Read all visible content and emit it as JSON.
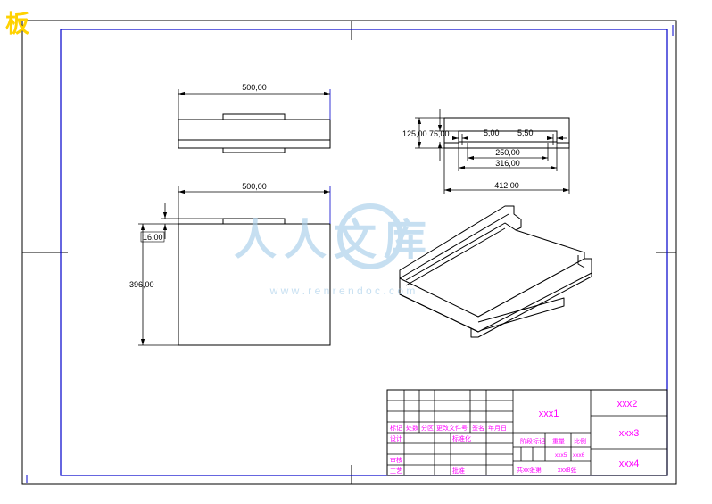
{
  "corner_tag": "板",
  "dimensions": {
    "top_view_length": "500,00",
    "front_view_length": "500,00",
    "front_view_height": "396,00",
    "front_view_offset": "16,00",
    "section_height": "125,00",
    "section_depth": "75,00",
    "section_gap_left": "5,00",
    "section_gap_right": "5,50",
    "section_inner": "250,00",
    "section_middle": "316,00",
    "section_outer": "412,00"
  },
  "watermark": {
    "brand": "人人文库",
    "url": "w w w . r e n r e n d o c . c o m"
  },
  "title_block": {
    "header_labels": [
      "标记",
      "处数",
      "分区",
      "更改文件号",
      "签名",
      "年月日"
    ],
    "design_label": "设计",
    "standardization_label": "标准化",
    "review_label": "审核",
    "process_label": "工艺",
    "approve_label": "批准",
    "stage_mark_label": "阶段标记",
    "weight_label": "重量",
    "scale_label": "比例",
    "weight_value": "xxx5",
    "scale_value": "xxx6",
    "drawing_name": "xxx1",
    "field_2": "xxx2",
    "field_3": "xxx3",
    "field_4": "xxx4",
    "sheet_count": "共xx张第",
    "sheet_total": "xxx8张"
  },
  "colors": {
    "frame_line": "#0000cc",
    "dimension_line": "#0000cc",
    "drawing_line": "#000000",
    "label_text": "#ff00ff",
    "corner_tag": "#ffd200",
    "watermark": "#a8cfea"
  }
}
